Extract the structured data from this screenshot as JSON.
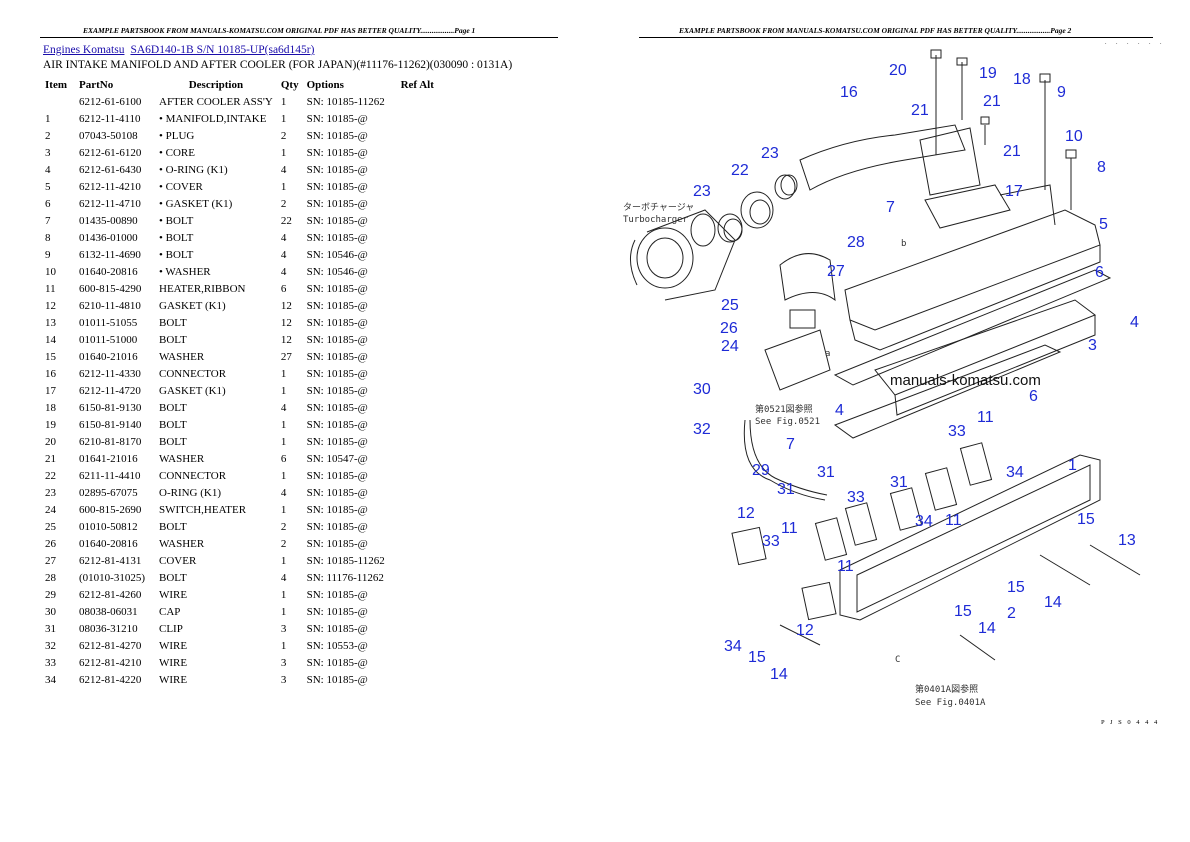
{
  "page1": {
    "header": "EXAMPLE PARTSBOOK FROM MANUALS-KOMATSU.COM ORIGINAL PDF HAS BETTER QUALITY..................Page 1",
    "breadcrumb": {
      "engines": "Engines Komatsu",
      "model": "SA6D140-1B S/N 10185-UP(sa6d145r)"
    },
    "subtitle": "AIR INTAKE MANIFOLD AND AFTER COOLER (FOR JAPAN)(#11176-11262)(030090 : 0131A)",
    "columns": [
      "Item",
      "PartNo",
      "Description",
      "Qty",
      "Options",
      "Ref Alt"
    ],
    "rows": [
      [
        "",
        "6212-61-6100",
        "AFTER COOLER ASS'Y",
        "1",
        "SN: 10185-11262",
        ""
      ],
      [
        "1",
        "6212-11-4110",
        "• MANIFOLD,INTAKE",
        "1",
        "SN: 10185-@",
        ""
      ],
      [
        "2",
        "07043-50108",
        "• PLUG",
        "2",
        "SN: 10185-@",
        ""
      ],
      [
        "3",
        "6212-61-6120",
        "• CORE",
        "1",
        "SN: 10185-@",
        ""
      ],
      [
        "4",
        "6212-61-6430",
        "• O-RING (K1)",
        "4",
        "SN: 10185-@",
        ""
      ],
      [
        "5",
        "6212-11-4210",
        "• COVER",
        "1",
        "SN: 10185-@",
        ""
      ],
      [
        "6",
        "6212-11-4710",
        "• GASKET (K1)",
        "2",
        "SN: 10185-@",
        ""
      ],
      [
        "7",
        "01435-00890",
        "• BOLT",
        "22",
        "SN: 10185-@",
        ""
      ],
      [
        "8",
        "01436-01000",
        "• BOLT",
        "4",
        "SN: 10185-@",
        ""
      ],
      [
        "9",
        "6132-11-4690",
        "• BOLT",
        "4",
        "SN: 10546-@",
        ""
      ],
      [
        "10",
        "01640-20816",
        "• WASHER",
        "4",
        "SN: 10546-@",
        ""
      ],
      [
        "11",
        "600-815-4290",
        "HEATER,RIBBON",
        "6",
        "SN: 10185-@",
        ""
      ],
      [
        "12",
        "6210-11-4810",
        "GASKET (K1)",
        "12",
        "SN: 10185-@",
        ""
      ],
      [
        "13",
        "01011-51055",
        "BOLT",
        "12",
        "SN: 10185-@",
        ""
      ],
      [
        "14",
        "01011-51000",
        "BOLT",
        "12",
        "SN: 10185-@",
        ""
      ],
      [
        "15",
        "01640-21016",
        "WASHER",
        "27",
        "SN: 10185-@",
        ""
      ],
      [
        "16",
        "6212-11-4330",
        "CONNECTOR",
        "1",
        "SN: 10185-@",
        ""
      ],
      [
        "17",
        "6212-11-4720",
        "GASKET (K1)",
        "1",
        "SN: 10185-@",
        ""
      ],
      [
        "18",
        "6150-81-9130",
        "BOLT",
        "4",
        "SN: 10185-@",
        ""
      ],
      [
        "19",
        "6150-81-9140",
        "BOLT",
        "1",
        "SN: 10185-@",
        ""
      ],
      [
        "20",
        "6210-81-8170",
        "BOLT",
        "1",
        "SN: 10185-@",
        ""
      ],
      [
        "21",
        "01641-21016",
        "WASHER",
        "6",
        "SN: 10547-@",
        ""
      ],
      [
        "22",
        "6211-11-4410",
        "CONNECTOR",
        "1",
        "SN: 10185-@",
        ""
      ],
      [
        "23",
        "02895-67075",
        "O-RING (K1)",
        "4",
        "SN: 10185-@",
        ""
      ],
      [
        "24",
        "600-815-2690",
        "SWITCH,HEATER",
        "1",
        "SN: 10185-@",
        ""
      ],
      [
        "25",
        "01010-50812",
        "BOLT",
        "2",
        "SN: 10185-@",
        ""
      ],
      [
        "26",
        "01640-20816",
        "WASHER",
        "2",
        "SN: 10185-@",
        ""
      ],
      [
        "27",
        "6212-81-4131",
        "COVER",
        "1",
        "SN: 10185-11262",
        ""
      ],
      [
        "28",
        "(01010-31025)",
        "BOLT",
        "4",
        "SN: 11176-11262",
        ""
      ],
      [
        "29",
        "6212-81-4260",
        "WIRE",
        "1",
        "SN: 10185-@",
        ""
      ],
      [
        "30",
        "08038-06031",
        "CAP",
        "1",
        "SN: 10185-@",
        ""
      ],
      [
        "31",
        "08036-31210",
        "CLIP",
        "3",
        "SN: 10185-@",
        ""
      ],
      [
        "32",
        "6212-81-4270",
        "WIRE",
        "1",
        "SN: 10553-@",
        ""
      ],
      [
        "33",
        "6212-81-4210",
        "WIRE",
        "3",
        "SN: 10185-@",
        ""
      ],
      [
        "34",
        "6212-81-4220",
        "WIRE",
        "3",
        "SN: 10185-@",
        ""
      ]
    ]
  },
  "page2": {
    "header": "EXAMPLE PARTSBOOK FROM MANUALS-KOMATSU.COM ORIGINAL PDF HAS BETTER QUALITY..................Page 2",
    "watermark": "manuals-komatsu.com",
    "turbo_label_jp": "ターボチャージャ",
    "turbo_label": "Turbocharger",
    "ref1_jp": "第0521図参照",
    "ref1": "See Fig.0521",
    "ref2_jp": "第0401A図参照",
    "ref2": "See Fig.0401A",
    "letter_a": "a",
    "letter_b": "b",
    "letter_c": "C",
    "dots": ". . . . . .",
    "code": "P J S 0 4 4 4",
    "callouts": [
      "20",
      "19",
      "16",
      "21",
      "21",
      "18",
      "21",
      "9",
      "10",
      "8",
      "22",
      "23",
      "23",
      "17",
      "5",
      "7",
      "28",
      "27",
      "6",
      "25",
      "26",
      "24",
      "4",
      "3",
      "30",
      "4",
      "6",
      "32",
      "7",
      "29",
      "31",
      "31",
      "33",
      "11",
      "33",
      "34",
      "31",
      "11",
      "34",
      "12",
      "11",
      "33",
      "11",
      "1",
      "15",
      "13",
      "15",
      "2",
      "14",
      "15",
      "12",
      "34",
      "15",
      "14",
      "14"
    ]
  }
}
